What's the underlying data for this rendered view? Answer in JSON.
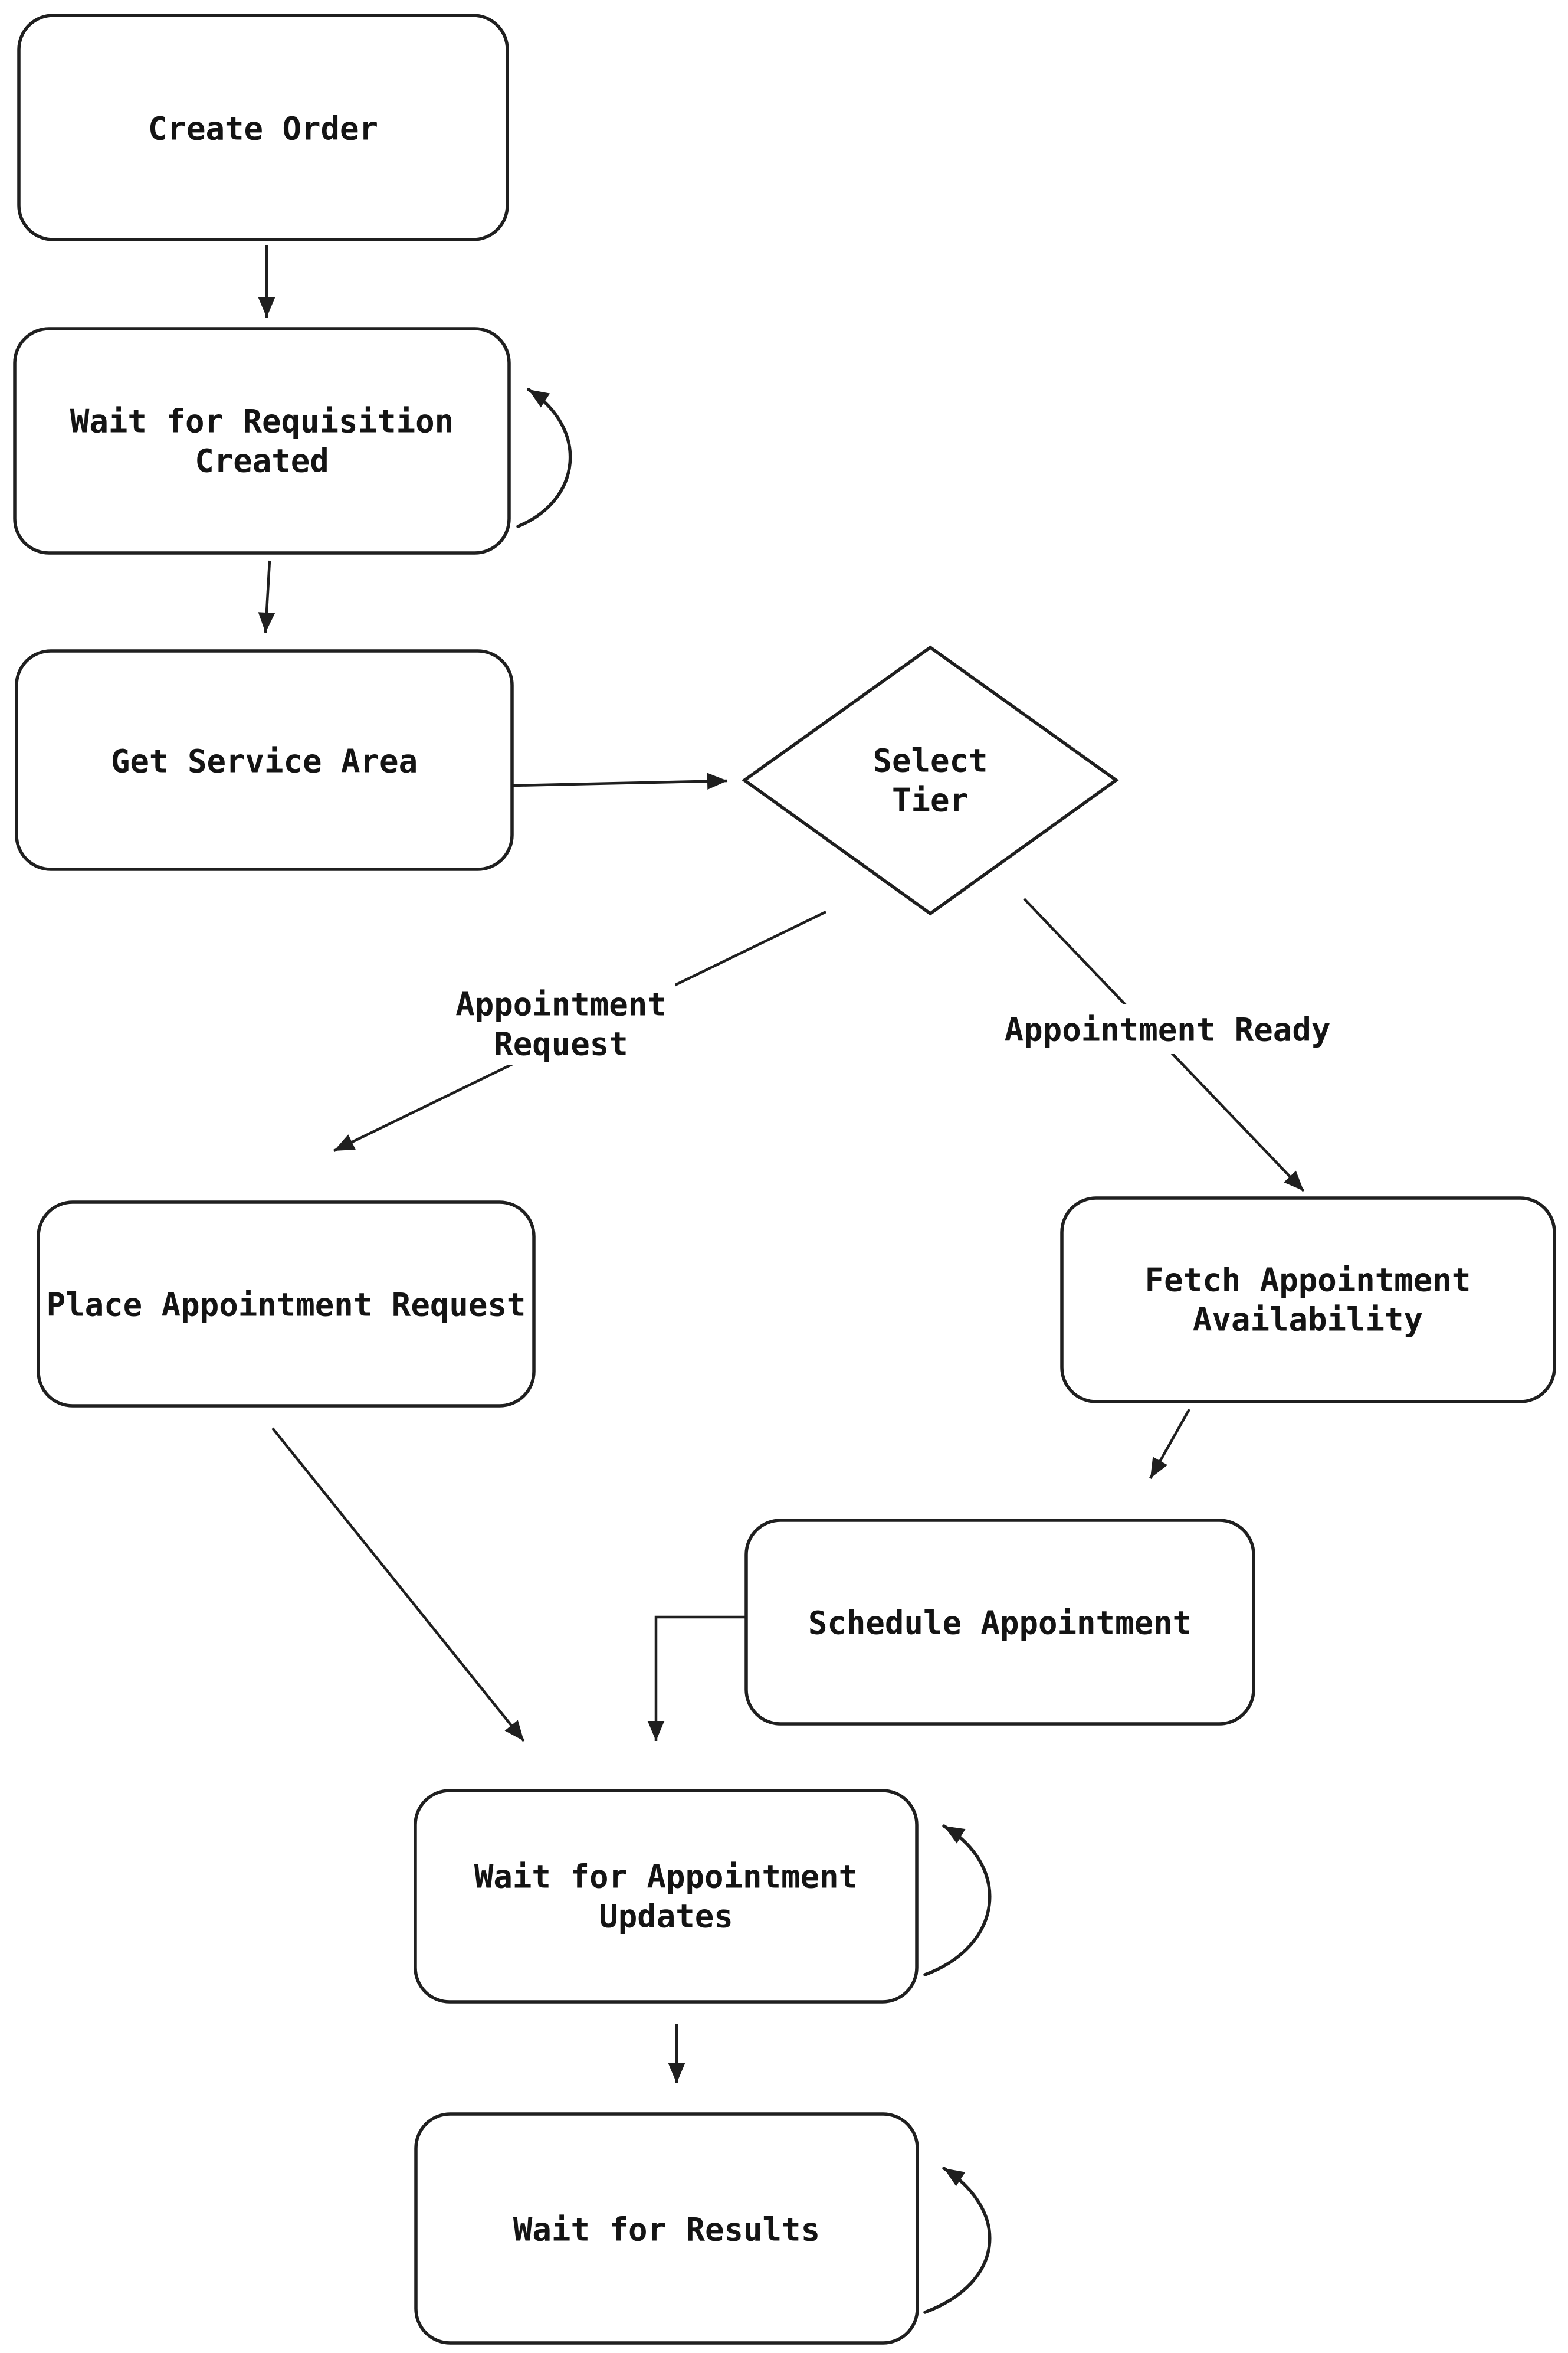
{
  "diagram": {
    "type": "flowchart",
    "direction": "top-down",
    "colors": {
      "background": "#ffffff",
      "stroke": "#1f1f1f",
      "text": "#141414"
    },
    "nodes": {
      "create_order": {
        "label": "Create Order",
        "shape": "rounded-rect"
      },
      "wait_requisition": {
        "label": "Wait for Requisition Created",
        "line1": "Wait for Requisition",
        "line2": "Created",
        "shape": "rounded-rect",
        "self_loop": true
      },
      "get_service_area": {
        "label": "Get Service Area",
        "shape": "rounded-rect"
      },
      "select_tier": {
        "label": "Select Tier",
        "line1": "Select",
        "line2": "Tier",
        "shape": "diamond"
      },
      "place_appointment_request": {
        "label": "Place Appointment Request",
        "shape": "rounded-rect"
      },
      "fetch_appointment_availability": {
        "label": "Fetch Appointment Availability",
        "line1": "Fetch Appointment",
        "line2": "Availability",
        "shape": "rounded-rect"
      },
      "schedule_appointment": {
        "label": "Schedule Appointment",
        "shape": "rounded-rect"
      },
      "wait_appointment_updates": {
        "label": "Wait for Appointment Updates",
        "line1": "Wait for Appointment",
        "line2": "Updates",
        "shape": "rounded-rect",
        "self_loop": true
      },
      "wait_results": {
        "label": "Wait for Results",
        "shape": "rounded-rect",
        "self_loop": true
      }
    },
    "edges": [
      {
        "from": "create_order",
        "to": "wait_requisition"
      },
      {
        "from": "wait_requisition",
        "to": "wait_requisition",
        "type": "self-loop"
      },
      {
        "from": "wait_requisition",
        "to": "get_service_area"
      },
      {
        "from": "get_service_area",
        "to": "select_tier"
      },
      {
        "from": "select_tier",
        "to": "place_appointment_request",
        "label": "Appointment Request"
      },
      {
        "from": "select_tier",
        "to": "fetch_appointment_availability",
        "label": "Appointment Ready"
      },
      {
        "from": "fetch_appointment_availability",
        "to": "schedule_appointment"
      },
      {
        "from": "place_appointment_request",
        "to": "wait_appointment_updates"
      },
      {
        "from": "schedule_appointment",
        "to": "wait_appointment_updates"
      },
      {
        "from": "wait_appointment_updates",
        "to": "wait_appointment_updates",
        "type": "self-loop"
      },
      {
        "from": "wait_appointment_updates",
        "to": "wait_results"
      },
      {
        "from": "wait_results",
        "to": "wait_results",
        "type": "self-loop"
      }
    ],
    "edge_labels": {
      "appointment_request": {
        "label": "Appointment Request",
        "line1": "Appointment",
        "line2": "Request"
      },
      "appointment_ready": {
        "label": "Appointment Ready"
      }
    }
  }
}
